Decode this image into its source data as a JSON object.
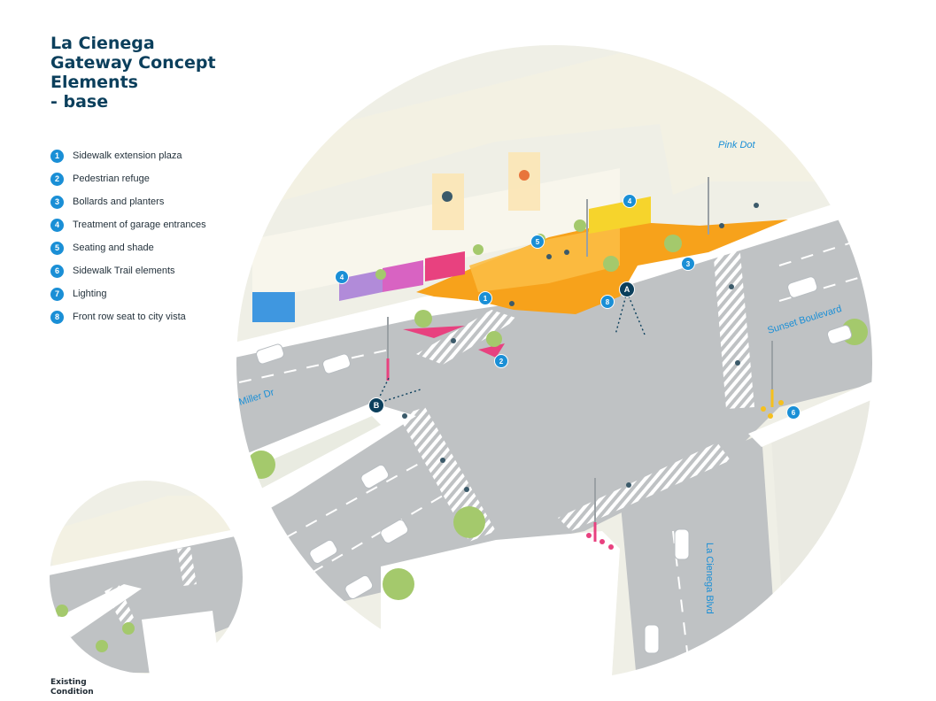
{
  "title_lines": [
    "La Cienega",
    "Gateway Concept",
    "Elements",
    "- base"
  ],
  "legend": [
    {
      "num": "1",
      "label": "Sidewalk extension plaza"
    },
    {
      "num": "2",
      "label": "Pedestrian refuge"
    },
    {
      "num": "3",
      "label": "Bollards and planters"
    },
    {
      "num": "4",
      "label": "Treatment of garage entrances"
    },
    {
      "num": "5",
      "label": "Seating and shade"
    },
    {
      "num": "6",
      "label": "Sidewalk Trail elements"
    },
    {
      "num": "7",
      "label": "Lighting"
    },
    {
      "num": "8",
      "label": "Front row seat to city vista"
    }
  ],
  "map": {
    "street_pink_dot": "Pink Dot",
    "street_miller": "Miller Dr",
    "street_sunset": "Sunset Boulevard",
    "street_lacienega": "La Cienega Blvd",
    "marker_1": "1",
    "marker_2": "2",
    "marker_3": "3",
    "marker_4": "4",
    "marker_5": "5",
    "marker_6": "6",
    "marker_8": "8",
    "view_a": "A",
    "view_b": "B"
  },
  "existing_lines": [
    "Existing",
    "Condition"
  ],
  "colors": {
    "title": "#0b3f5c",
    "marker": "#1a8fd6",
    "plaza": "#f7a21b",
    "refuge": "#e8417f",
    "street_label": "#1a8fd6",
    "dark_marker": "#0b3f5c"
  }
}
